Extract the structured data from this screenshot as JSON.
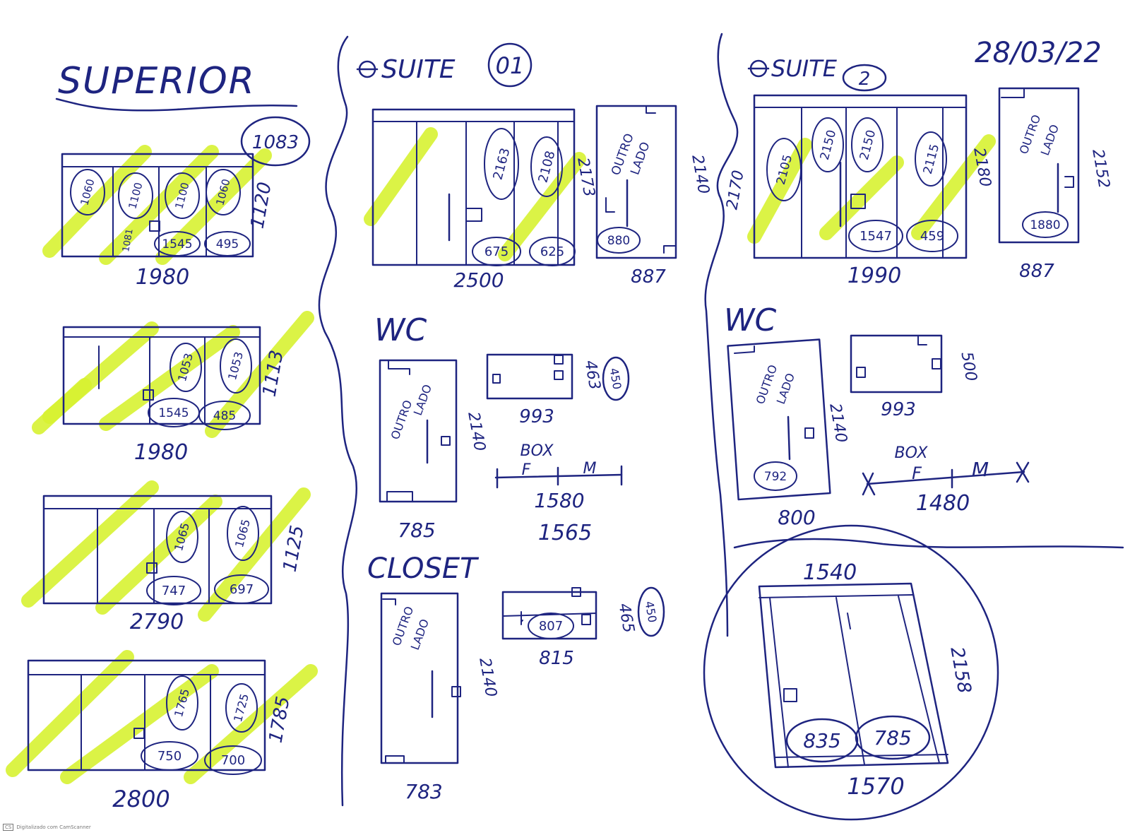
{
  "date": "28/03/22",
  "footer_text": "Digitalizado com CamScanner",
  "footer_logo": "CS",
  "sections": {
    "superior": {
      "title": "SUPERIOR",
      "units": [
        {
          "labels": [
            "1060",
            "1100",
            "1100",
            "1060"
          ],
          "handles": [
            "1545",
            "495"
          ],
          "height": "1120",
          "width": "1980",
          "corner": "1083",
          "note": "1081"
        },
        {
          "labels": [
            "1053",
            "1053"
          ],
          "handles": [
            "1545",
            "485"
          ],
          "height": "1113",
          "width": "1980"
        },
        {
          "labels": [
            "1065",
            "1065"
          ],
          "handles": [
            "747",
            "697"
          ],
          "height": "1125",
          "width": "2790"
        },
        {
          "labels": [
            "1765",
            "1725"
          ],
          "handles": [
            "750",
            "700"
          ],
          "height": "1785",
          "width": "2800"
        }
      ]
    },
    "suite1": {
      "title": "SUITE",
      "number": "01",
      "main": {
        "labels": [
          "2163",
          "2108"
        ],
        "handles": [
          "675",
          "625"
        ],
        "height": "2173",
        "width": "2500"
      },
      "door": {
        "text1": "OUTRO",
        "text2": "LADO",
        "height": "2140",
        "width": "887",
        "handle": "880"
      },
      "wc": {
        "title": "WC",
        "door": {
          "text1": "OUTRO",
          "text2": "LADO",
          "height": "2140",
          "width": "785"
        },
        "box": {
          "width": "993",
          "height": "463",
          "circle": "450"
        },
        "ruler": {
          "label": "BOX",
          "f": "F",
          "m": "M",
          "v1": "1580",
          "v2": "1565"
        }
      },
      "closet": {
        "title": "CLOSET",
        "door": {
          "text1": "OUTRO",
          "text2": "LADO",
          "height": "2140",
          "width": "783"
        },
        "box": {
          "inner": "807",
          "width": "815",
          "height": "465",
          "circle": "450"
        }
      }
    },
    "suite2": {
      "title": "SUITE",
      "number": "2",
      "main": {
        "labels": [
          "2105",
          "2150",
          "2150",
          "2115"
        ],
        "handles": [
          "1547",
          "459"
        ],
        "height": "2170",
        "height2": "2180",
        "width": "1990"
      },
      "door": {
        "text1": "OUTRO",
        "text2": "LADO",
        "height": "2152",
        "width": "887",
        "handle": "1880"
      },
      "wc": {
        "title": "WC",
        "door": {
          "text1": "OUTRO",
          "text2": "LADO",
          "height": "2140",
          "width": "800",
          "handle": "792"
        },
        "box": {
          "width": "993",
          "height": "500"
        },
        "ruler": {
          "label": "BOX",
          "f": "F",
          "m": "M",
          "v1": "1480"
        }
      },
      "round": {
        "top": "1540",
        "height": "2158",
        "handles": [
          "835",
          "785"
        ],
        "bottom": "1570"
      }
    }
  }
}
